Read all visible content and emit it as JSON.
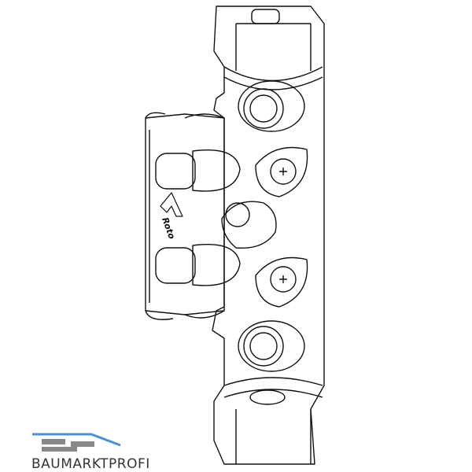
{
  "product": {
    "image": "hinge-part-line-drawing",
    "brand_mark": "Roto"
  },
  "watermark": {
    "text": "BAUMARKTPROFI",
    "accent_color": "#4a90d9",
    "text_color": "#333333"
  }
}
